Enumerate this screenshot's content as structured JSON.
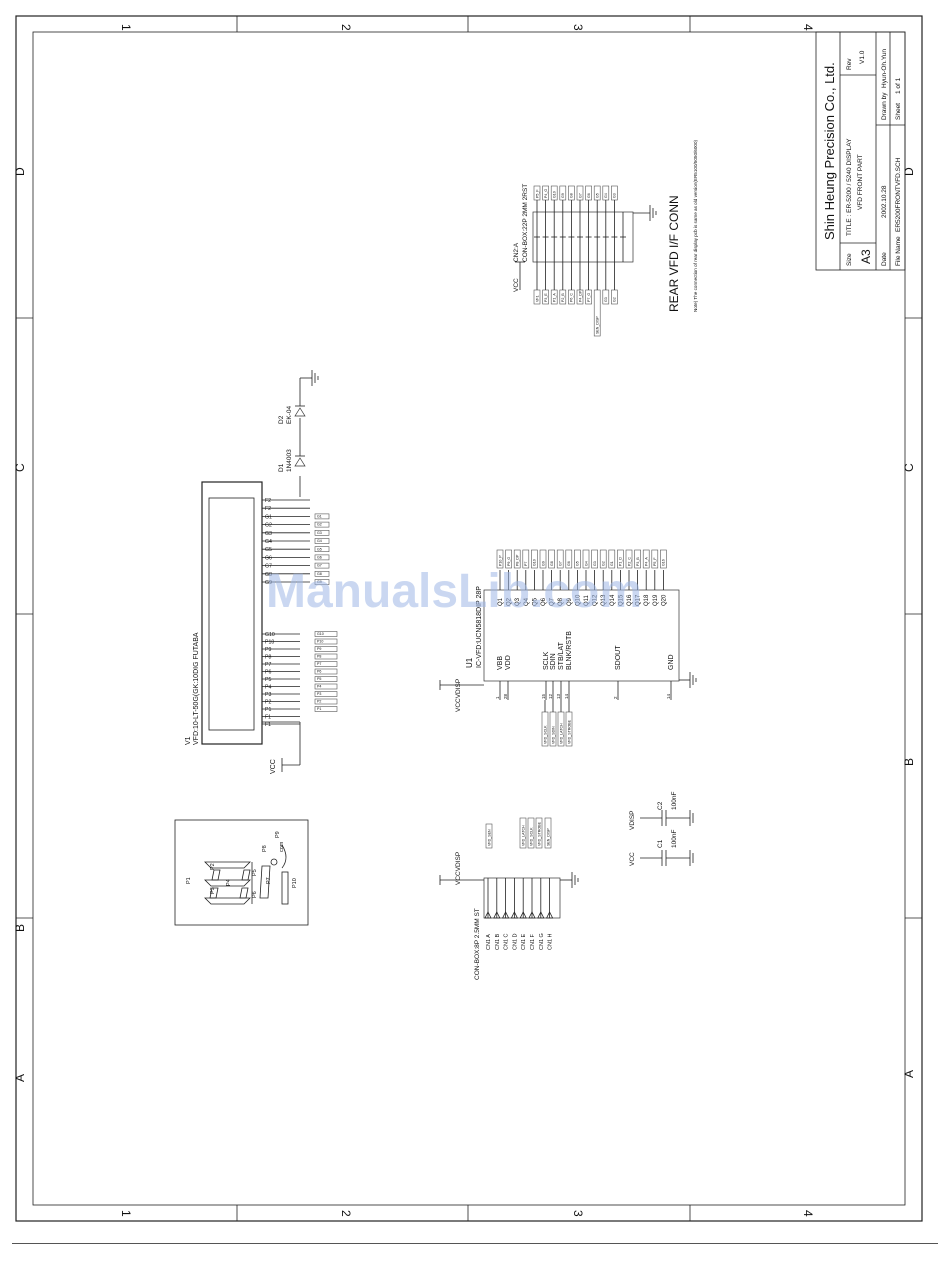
{
  "title_block": {
    "company": "Shin Heung Precision Co., Ltd.",
    "size_label": "Size",
    "size_value": "A3",
    "title": "TITLE : ER-5200 / 5240 DISPLAY",
    "subtitle": "VFD FRONT PART",
    "rev_label": "Rev",
    "rev_value": "V1.0",
    "date_label": "Date",
    "date_value": "2002.10.28",
    "drawn_label": "Drawn by",
    "drawn_value": "Hyun-Oh.Yun",
    "file_label": "File Name",
    "file_value": "ER5200FRONTVFD.SCH",
    "sheet_label": "Sheet",
    "sheet_value": "1  of  1"
  },
  "border": {
    "col_labels": [
      "1",
      "2",
      "3",
      "4"
    ],
    "row_labels": [
      "D",
      "C",
      "B",
      "A"
    ]
  },
  "watermark": "ManualsLib.com",
  "vfd": {
    "ref": "V1",
    "part": "VFD:10-LT-50G(GK:10DIG FUTABA",
    "vcc": "VCC",
    "grid_pins": [
      "F2",
      "F2",
      "G1",
      "G2",
      "G3",
      "G4",
      "G5",
      "G6",
      "G7",
      "G8",
      "G9"
    ],
    "mid_pins": [
      "G10",
      "P10",
      "P9",
      "P8",
      "P7",
      "P6",
      "P5",
      "P4",
      "P3",
      "P2",
      "P1",
      "F1",
      "F1"
    ]
  },
  "diodes": {
    "d1_ref": "D1",
    "d1_part": "1N4003",
    "d2_ref": "D2",
    "d2_part": "EK-04"
  },
  "u1": {
    "ref": "U1",
    "part": "IC-VFD:UCN5818DIP 28P",
    "left_pins": [
      "VBB",
      "VDD",
      "SCLK",
      "SDIN",
      "STB/LAT",
      "BLNK/RSTB",
      "SDOUT",
      "GND"
    ],
    "left_nums": [
      "1",
      "28",
      "15",
      "12",
      "13",
      "14",
      "2",
      "14"
    ],
    "power_net": "VCCVDISP",
    "input_tags": [
      "VFD_SCLK",
      "VFD_SDIN",
      "VFD_LATCH",
      "VFD_STROBE"
    ],
    "right_pins": [
      "Q1",
      "Q2",
      "Q3",
      "Q4",
      "Q5",
      "Q6",
      "Q7",
      "Q8",
      "Q9",
      "Q10",
      "Q11",
      "Q12",
      "Q13",
      "Q14",
      "Q15",
      "Q16",
      "Q17",
      "Q18",
      "Q19",
      "Q20"
    ],
    "right_tags": [
      "P10_P",
      "P9_G",
      "P8_DP",
      "P7",
      "G10",
      "G9",
      "G8",
      "G7",
      "G6",
      "G5",
      "G4",
      "G3",
      "G2",
      "G1",
      "P1_D",
      "P2_C",
      "P3_B",
      "P4_A",
      "P5_F",
      "G16"
    ]
  },
  "cn2": {
    "ref": "CN2:A",
    "part": "CON-BOX:22P 2MM 2RST",
    "vcc": "VCC",
    "left_tags": [
      "VF1",
      "P3_E",
      "P1_A",
      "P2_B",
      "P6_C",
      "P4_DP",
      "P7_G",
      "SEN_DISP",
      "G3",
      "G2"
    ],
    "right_tags": [
      "P5_F",
      "P4_G",
      "G10",
      "G9",
      "G8",
      "G7",
      "G6",
      "G5",
      "G4",
      "G3"
    ],
    "heading": "REAR VFD I/F CONN",
    "note": "Note) The connection of rear display pcb is same as old version(ER5100/5050/6000)"
  },
  "cn1": {
    "part": "CON-BOX:8P 2.5MM ST",
    "power_net": "VCCVDISP",
    "pins": [
      "CN1 A",
      "CN1 B",
      "CN1 C",
      "CN1 D",
      "CN1 E",
      "CN1 F",
      "CN1 G",
      "CN1 H"
    ],
    "tags": [
      "VFD_SEN",
      "VFD_LATCH",
      "VFD_SCLK",
      "VFD_STROBE",
      "SEN_DISP"
    ]
  },
  "caps": {
    "c1_ref": "C1",
    "c1_val": "100nF",
    "c1_net": "VCC",
    "c2_ref": "C2",
    "c2_val": "100nF",
    "c2_net": "VDISP"
  },
  "segment": {
    "labels": [
      "P1",
      "P2",
      "P3",
      "P4",
      "P5",
      "P6",
      "P7",
      "P8",
      "P9",
      "P10",
      "com"
    ]
  }
}
